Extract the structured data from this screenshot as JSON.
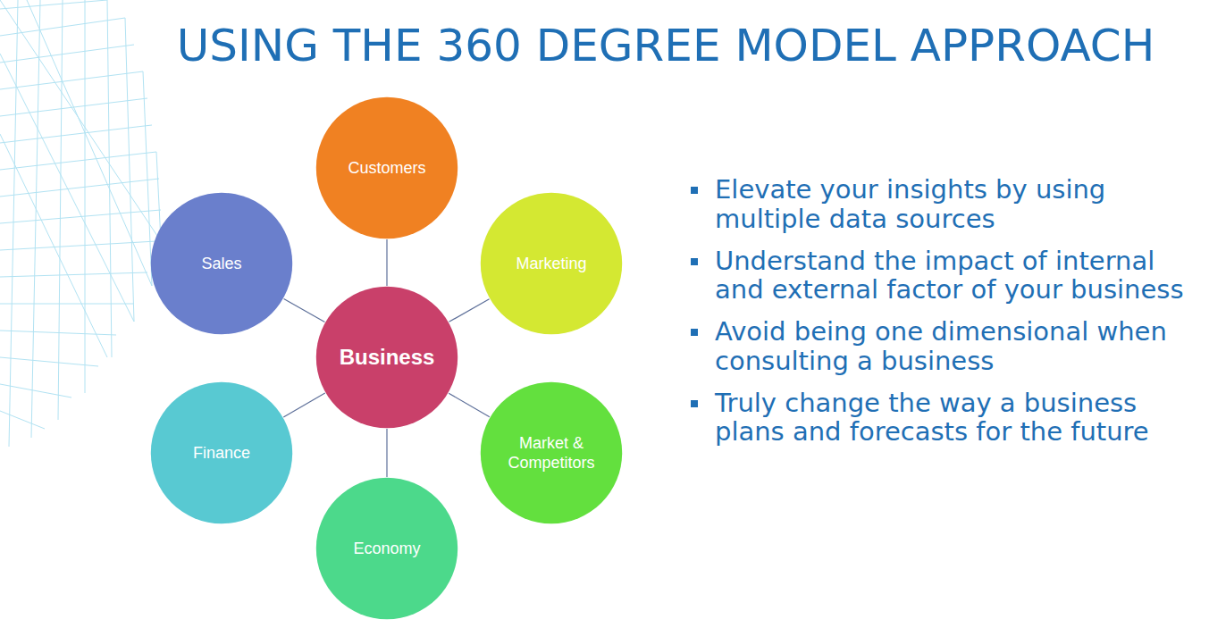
{
  "diagram": {
    "title": "USING THE 360 DEGREE MODEL APPROACH",
    "nodes": [
      {
        "text": [
          "Customers"
        ]
      },
      {
        "text": [
          "Sales"
        ]
      },
      {
        "text": [
          "Marketing"
        ]
      },
      {
        "text": [
          "Business"
        ]
      },
      {
        "text": [
          "Finance"
        ]
      },
      {
        "text": [
          "Market & Competitors"
        ]
      },
      {
        "text": [
          "Economy"
        ]
      }
    ],
    "edges": [
      {
        "from": 3,
        "to": 0,
        "arrow": "none"
      },
      {
        "from": 3,
        "to": 1,
        "arrow": "none"
      },
      {
        "from": 3,
        "to": 2,
        "arrow": "none"
      },
      {
        "from": 3,
        "to": 4,
        "arrow": "none"
      },
      {
        "from": 3,
        "to": 5,
        "arrow": "none"
      },
      {
        "from": 3,
        "to": 6,
        "arrow": "none"
      }
    ],
    "labels": [
      "Elevate your insights by using multiple data sources",
      "Understand the impact of internal and external factor of your business",
      "Avoid being one dimensional when consulting a business",
      "Truly change the way a business plans and forecasts for the future"
    ]
  }
}
